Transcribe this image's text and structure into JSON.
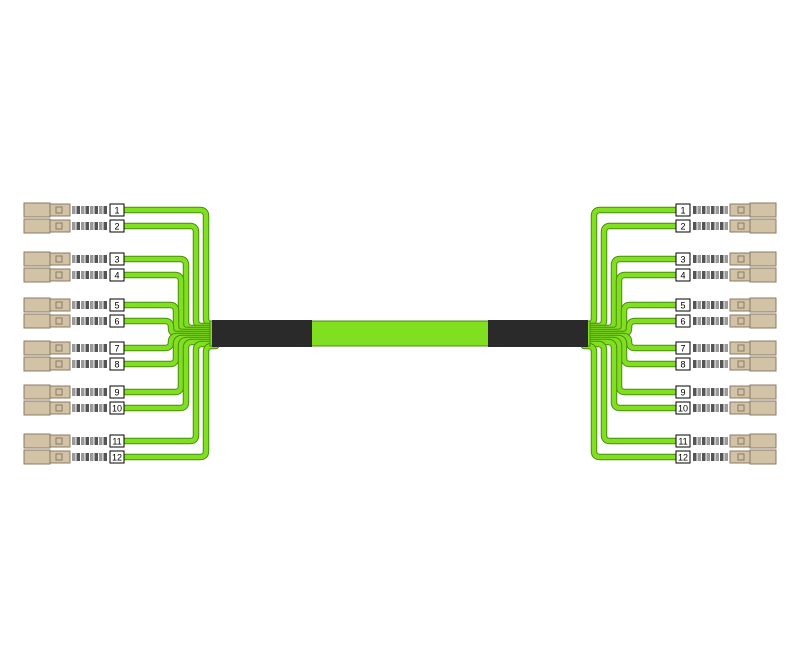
{
  "colors": {
    "fiber": "#80e020",
    "fiber_dark": "#4a8a10",
    "fiber_light": "#b8f070",
    "trunk": "#80e020",
    "boot": "#2a2a2a",
    "connector": "#d2c2a6",
    "connector_dark": "#8a7b66",
    "ferrule_stripe": "#555555",
    "label_bg": "#ffffff"
  },
  "diagram": {
    "left_labels": [
      "1",
      "2",
      "3",
      "4",
      "5",
      "6",
      "7",
      "8",
      "9",
      "10",
      "11",
      "12"
    ],
    "right_labels": [
      "1",
      "2",
      "3",
      "4",
      "5",
      "6",
      "7",
      "8",
      "9",
      "10",
      "11",
      "12"
    ],
    "connector_type_icon": "sc-duplex-connector-icon"
  }
}
